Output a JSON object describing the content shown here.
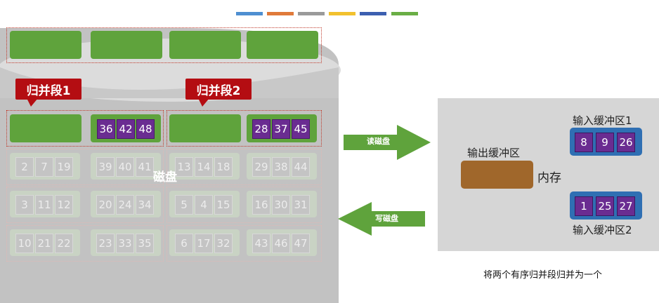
{
  "swatch_colors": [
    "#4e8fd1",
    "#e07a3a",
    "#9a9a9a",
    "#f2c12e",
    "#3c5fb0",
    "#6aae45"
  ],
  "segment_labels": {
    "seg1": "归并段1",
    "seg2": "归并段2"
  },
  "disk": {
    "label": "磁盘",
    "active_row": {
      "seg1_values": [
        "36",
        "42",
        "48"
      ],
      "seg2_values": [
        "28",
        "37",
        "45"
      ]
    },
    "gray_rows": [
      [
        [
          "2",
          "7",
          "19"
        ],
        [
          "39",
          "40",
          "41"
        ],
        [
          "13",
          "14",
          "18"
        ],
        [
          "29",
          "38",
          "44"
        ]
      ],
      [
        [
          "3",
          "11",
          "12"
        ],
        [
          "20",
          "24",
          "34"
        ],
        [
          "5",
          "4",
          "15"
        ],
        [
          "16",
          "30",
          "31"
        ]
      ],
      [
        [
          "10",
          "21",
          "22"
        ],
        [
          "23",
          "33",
          "35"
        ],
        [
          "6",
          "17",
          "32"
        ],
        [
          "43",
          "46",
          "47"
        ]
      ]
    ]
  },
  "arrows": {
    "read": "读磁盘",
    "write": "写磁盘"
  },
  "memory": {
    "label": "内存",
    "output_buffer_label": "输出缓冲区",
    "input_buffer1": {
      "label": "输入缓冲区1",
      "values": [
        "8",
        "9",
        "26"
      ]
    },
    "input_buffer2": {
      "label": "输入缓冲区2",
      "values": [
        "1",
        "25",
        "27"
      ]
    }
  },
  "caption": "将两个有序归并段归并为一个"
}
